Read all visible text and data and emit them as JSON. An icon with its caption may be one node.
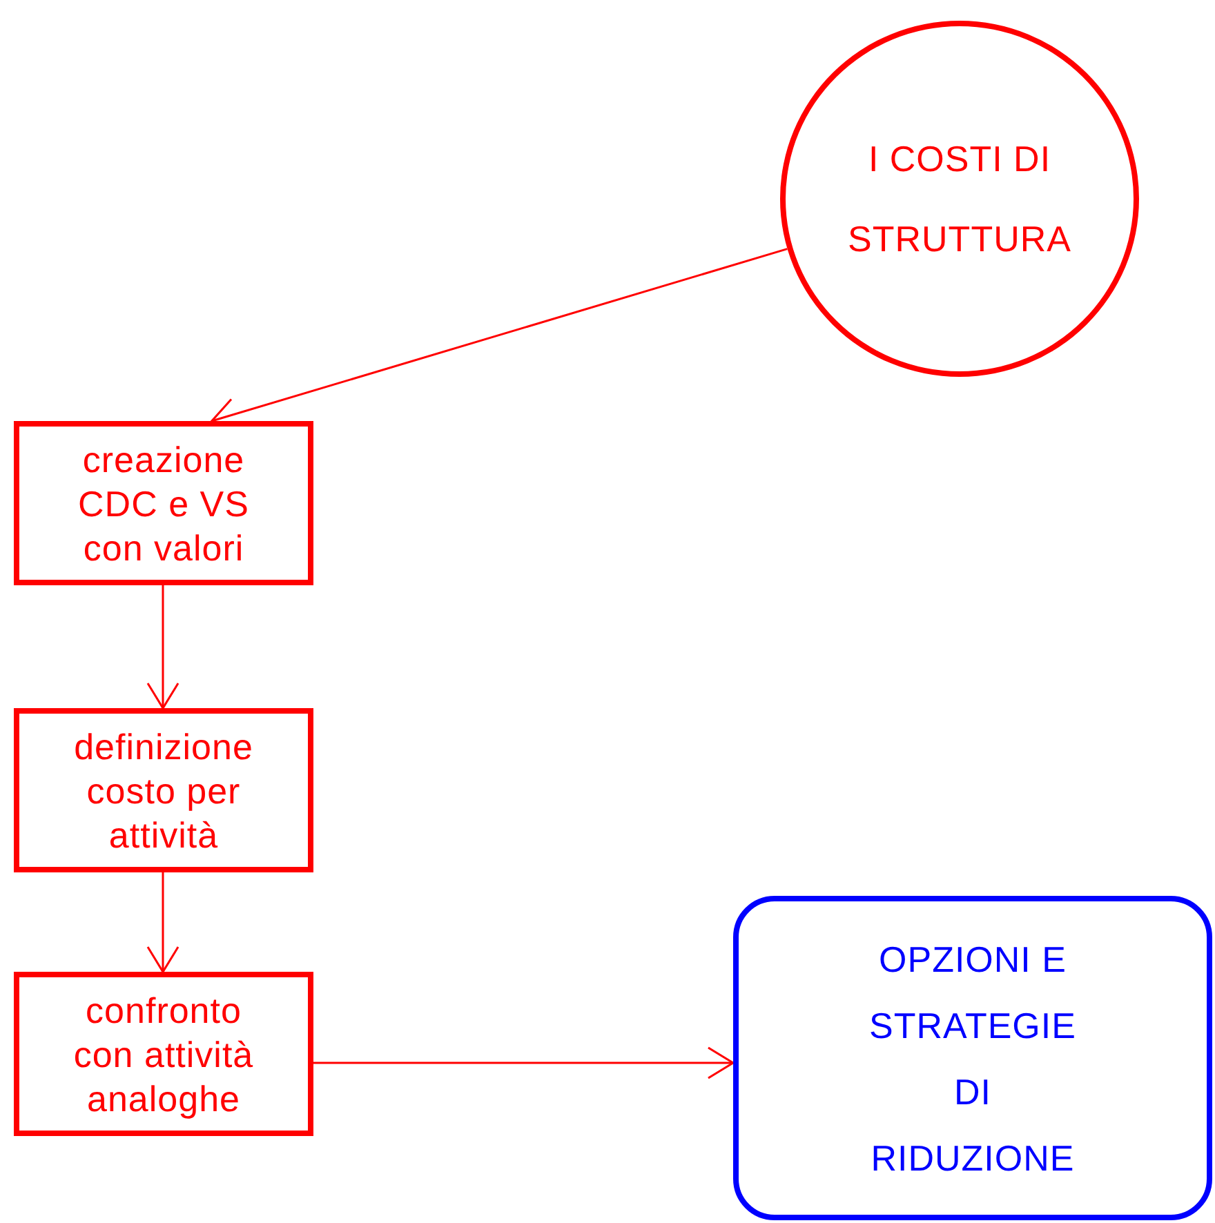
{
  "diagram": {
    "nodes": [
      {
        "text": [
          "I COSTI DI STRUTTURA"
        ]
      },
      {
        "text": [
          "creazione CDC e VS con valori"
        ]
      },
      {
        "text": [
          "definizione costo per attività"
        ]
      },
      {
        "text": [
          "confronto con attività analoghe"
        ]
      },
      {
        "text": [
          "OPZIONI E STRATEGIE DI RIDUZIONE"
        ]
      }
    ],
    "edges": [
      {
        "from": 0,
        "to": 1,
        "arrow": "to"
      },
      {
        "from": 1,
        "to": 2,
        "arrow": "to"
      },
      {
        "from": 2,
        "to": 3,
        "arrow": "to"
      },
      {
        "from": 3,
        "to": 4,
        "arrow": "to"
      }
    ]
  }
}
